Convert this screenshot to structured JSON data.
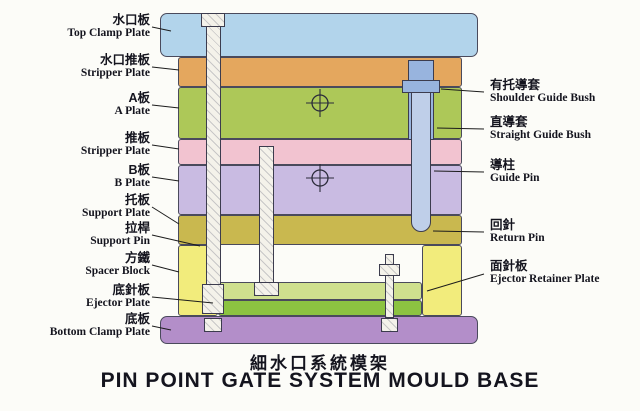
{
  "title": {
    "zh": "細水口系統模架",
    "en": "PIN POINT GATE SYSTEM MOULD BASE"
  },
  "labels_left": [
    {
      "zh": "水口板",
      "en": "Top Clamp Plate"
    },
    {
      "zh": "水口推板",
      "en": "Stripper Plate"
    },
    {
      "zh": "A板",
      "en": "A Plate"
    },
    {
      "zh": "推板",
      "en": "Stripper Plate"
    },
    {
      "zh": "B板",
      "en": "B Plate"
    },
    {
      "zh": "托板",
      "en": "Support Plate"
    },
    {
      "zh": "拉桿",
      "en": "Support Pin"
    },
    {
      "zh": "方鐵",
      "en": "Spacer Block"
    },
    {
      "zh": "底針板",
      "en": "Ejector Plate"
    },
    {
      "zh": "底板",
      "en": "Bottom Clamp Plate"
    }
  ],
  "labels_right": [
    {
      "zh": "有托導套",
      "en": "Shoulder Guide Bush"
    },
    {
      "zh": "直導套",
      "en": "Straight Guide Bush"
    },
    {
      "zh": "導柱",
      "en": "Guide Pin"
    },
    {
      "zh": "回針",
      "en": "Return Pin"
    },
    {
      "zh": "面針板",
      "en": "Ejector Retainer Plate"
    }
  ],
  "colors": {
    "background": "#fcfcf8",
    "top_clamp_plate": "#b2d4eb",
    "stripper_plate_top": "#e4a75e",
    "a_plate": "#adc858",
    "stripper_plate": "#f2c3d0",
    "b_plate": "#c9bbe2",
    "support_plate": "#c9b84f",
    "spacer_block": "#f2ec7c",
    "ejector_retainer_plate": "#cfe08e",
    "ejector_plate": "#8cc341",
    "bottom_clamp_plate": "#b38ec9",
    "guide_bush": "#98b4de",
    "guide_pin": "#bfcfe9",
    "pin_fill": "#f4f2ea"
  }
}
